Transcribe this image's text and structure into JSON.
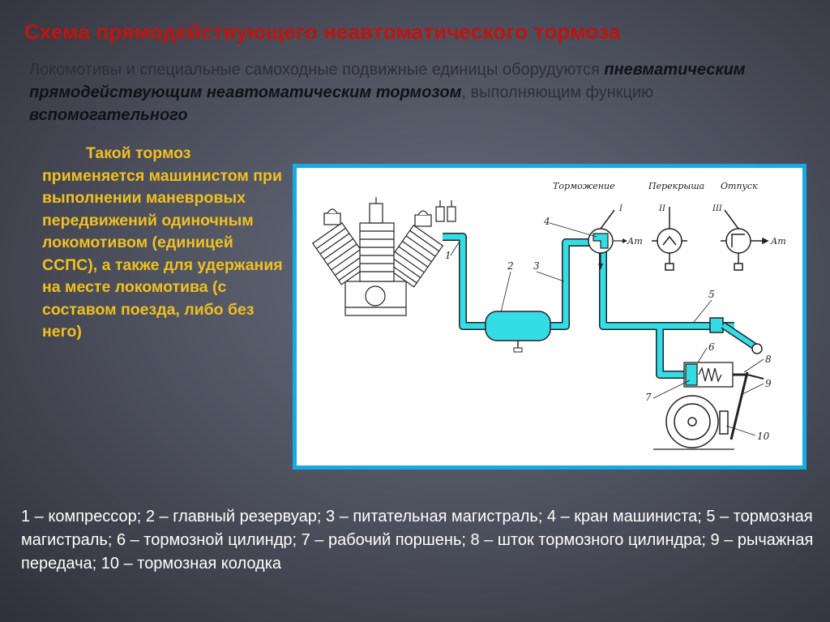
{
  "title": "Схема прямодействующего неавтоматического тормоза",
  "intro": {
    "part1": "Локомотивы и специальные самоходные подвижные единицы оборудуются ",
    "em1": "пневматическим прямодействующим неавтоматическим тормозом",
    "part2": ", выполняющим функцию ",
    "em2": "вспомогательного"
  },
  "side_text": "Такой тормоз применяется машинистом при выполнении маневровых передвижений одиночным локомотивом (единицей ССПС), а также для удержания на месте локомотива (с составом поезда, либо без него)",
  "diagram": {
    "positions": [
      "Торможение",
      "Перекрыша",
      "Отпуск"
    ],
    "roman": [
      "I",
      "II",
      "III"
    ],
    "at_label": "Ат",
    "numbers": [
      "1",
      "2",
      "3",
      "4",
      "5",
      "6",
      "7",
      "8",
      "9",
      "10"
    ],
    "pipe_color": "#34dde6",
    "frame_color": "#16a9e3"
  },
  "legend": "1 – компрессор; 2 – главный резервуар; 3 – питательная магистраль; 4 – кран машиниста; 5 – тормозная магистраль; 6 – тормозной цилиндр; 7 – рабочий поршень; 8 – шток тормозного цилиндра; 9 – рычажная передача; 10 – тормозная колодка",
  "colors": {
    "title": "#c0140f",
    "side_text": "#f0c020",
    "legend": "#ffffff"
  }
}
